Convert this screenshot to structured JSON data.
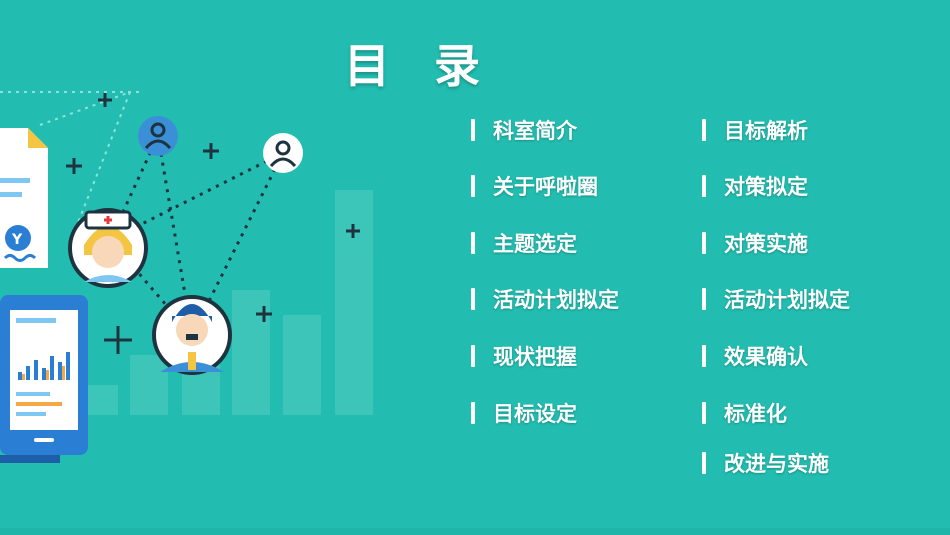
{
  "title": "目 录",
  "left_column": [
    {
      "label": "科室简介"
    },
    {
      "label": "关于呼啦圈"
    },
    {
      "label": "主题选定"
    },
    {
      "label": "活动计划拟定"
    },
    {
      "label": "现状把握"
    },
    {
      "label": "目标设定"
    }
  ],
  "right_column": [
    {
      "label": "目标解析"
    },
    {
      "label": "对策拟定"
    },
    {
      "label": "对策实施"
    },
    {
      "label": "活动计划拟定"
    },
    {
      "label": "效果确认"
    },
    {
      "label": "标准化"
    },
    {
      "label": "改进与实施"
    }
  ],
  "colors": {
    "background": "#22bdb0",
    "text": "#ffffff",
    "phone": "#2a7fd4",
    "avatar_blue": "#3a8fd6"
  },
  "illustration_icons": [
    "document-icon",
    "user-icon",
    "nurse-avatar-icon",
    "doctor-avatar-icon",
    "phone-chart-icon",
    "plus-icon"
  ]
}
